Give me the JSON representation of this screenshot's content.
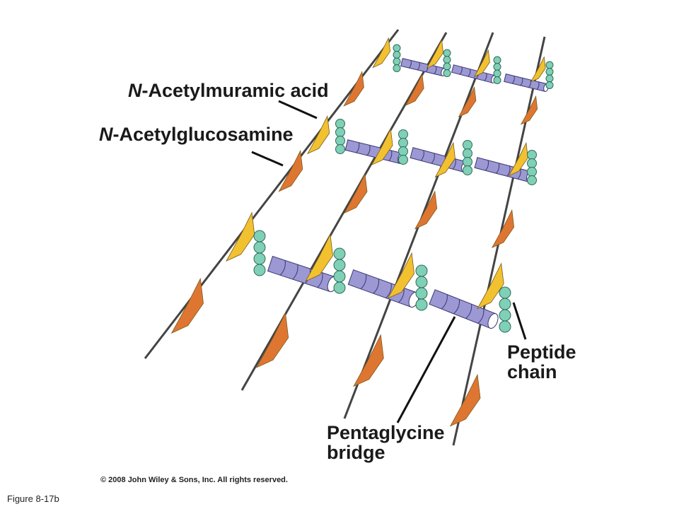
{
  "labels": {
    "nam_prefix": "N",
    "nam_rest": "-Acetylmuramic acid",
    "nag_prefix": "N",
    "nag_rest": "-Acetylglucosamine",
    "peptide_line1": "Peptide",
    "peptide_line2": "chain",
    "penta_line1": "Pentaglycine",
    "penta_line2": "bridge"
  },
  "copyright": "© 2008 John Wiley & Sons, Inc. All rights reserved.",
  "figure_label": "Figure 8-17b",
  "colors": {
    "nam": "#f2c130",
    "nag": "#de7632",
    "peptide": "#7fd0b6",
    "bridge": "#9c98d4",
    "strand": "#444444"
  }
}
